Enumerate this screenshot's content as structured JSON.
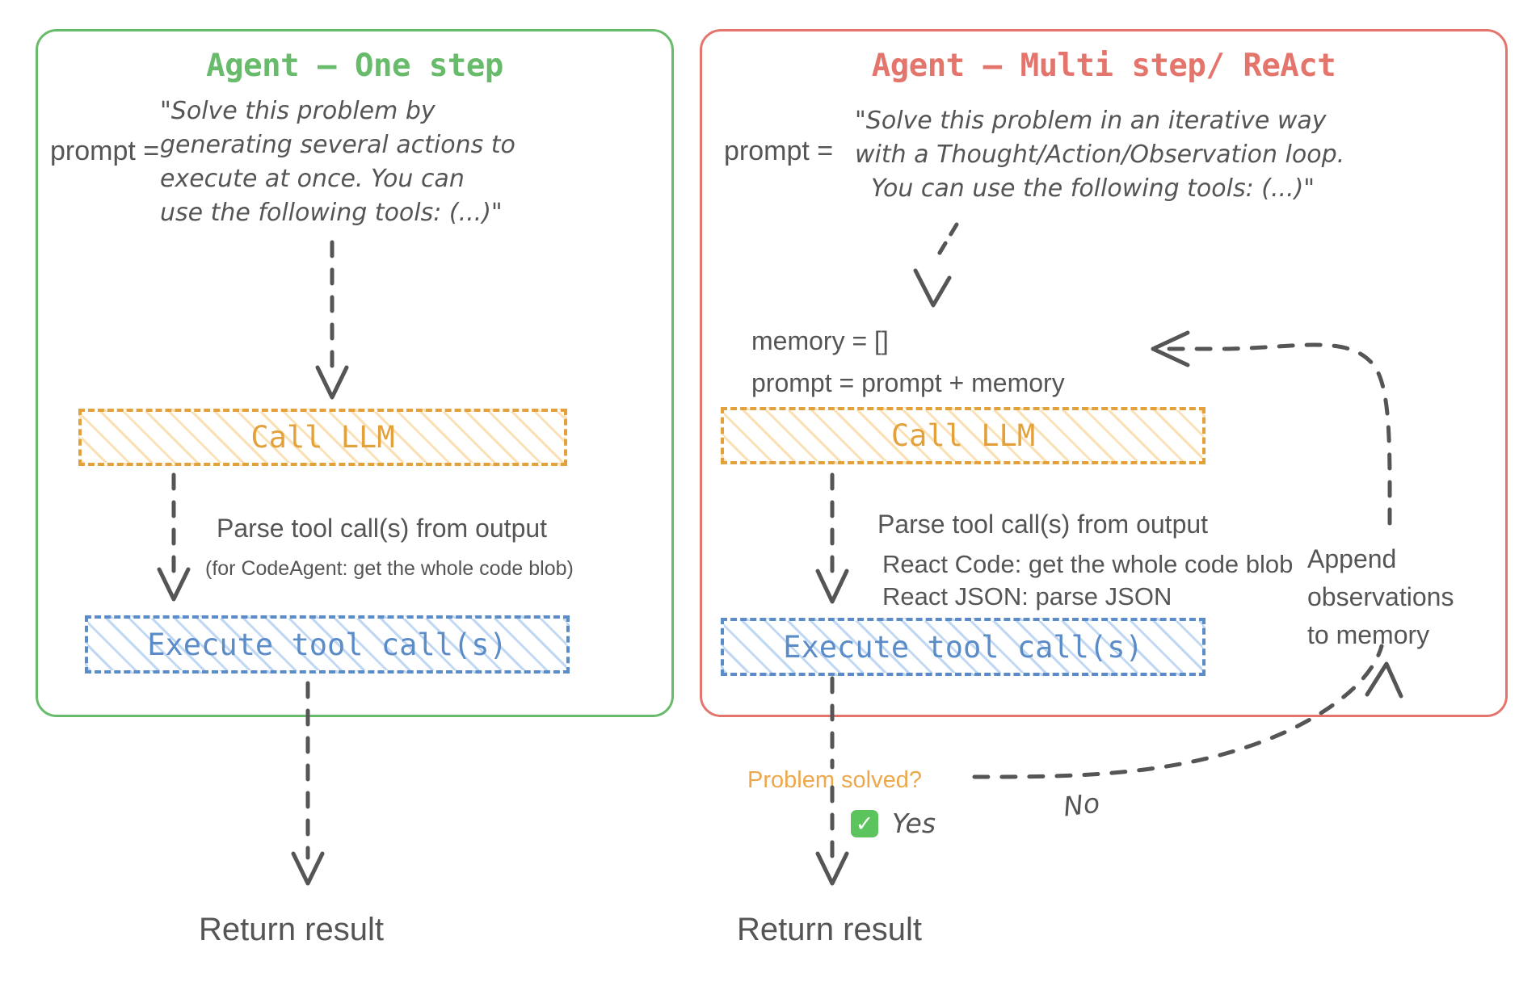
{
  "diagram": {
    "title_left": "Agent – One step",
    "title_right": "Agent – Multi step/ ReAct",
    "colors": {
      "green": "#67bb6a",
      "red": "#e4756c",
      "orange": "#e3a13c",
      "blue": "#5b8cc8",
      "gray": "#555555",
      "amber_text": "#eda84b",
      "check_green": "#5cc45c"
    }
  },
  "left_panel": {
    "title": "Agent – One step",
    "prompt_label": "prompt =",
    "prompt_lines": [
      "\"Solve this problem by",
      "generating several actions to",
      "execute at once. You can",
      "use the following tools: (...)\""
    ],
    "llm_box": "Call LLM",
    "parse_label": "Parse tool call(s) from output",
    "parse_sub": "(for CodeAgent: get the whole code blob)",
    "exec_box": "Execute tool call(s)",
    "return_label": "Return result"
  },
  "right_panel": {
    "title": "Agent – Multi step/ ReAct",
    "prompt_label": "prompt =",
    "prompt_lines": [
      "\"Solve this problem in an iterative way",
      "with a Thought/Action/Observation loop.",
      "You can use the following tools: (...)\""
    ],
    "memory_init": "memory = []",
    "prompt_update": "prompt = prompt + memory",
    "llm_box": "Call LLM",
    "parse_label": "Parse tool call(s) from output",
    "parse_sub_lines": [
      "React Code: get the whole code blob",
      "React JSON: parse JSON"
    ],
    "exec_box": "Execute tool call(s)",
    "decision_label": "Problem solved?",
    "yes_label": "Yes",
    "no_label": "No",
    "check_glyph": "✓",
    "loop_label_lines": [
      "Append",
      "observations",
      "to memory"
    ],
    "return_label": "Return result"
  }
}
